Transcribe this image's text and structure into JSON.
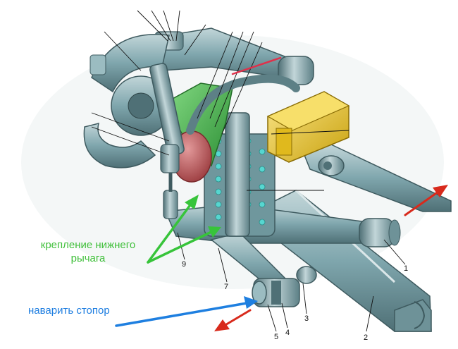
{
  "annotations": {
    "lower_arm_mount_line1": "крепление нижнего",
    "lower_arm_mount_line2": "рычага",
    "weld_stop": "наварить стопор"
  },
  "part_numbers": [
    "1",
    "2",
    "3",
    "4",
    "5",
    "7",
    "9"
  ],
  "colors": {
    "metal": "#7fa6ad",
    "metal_dark": "#4f7076",
    "metal_light": "#c2d6d9",
    "spring_highlight": "#56d6d0",
    "bracket_green": "#43b049",
    "bumper_red": "#c15c5e",
    "frame_yellow": "#e9c82c",
    "arrow_green": "#37c43a",
    "arrow_blue": "#1e7fe0",
    "arrow_red": "#d82a1c",
    "label_green": "#3fbf3a",
    "label_blue": "#1d7de0"
  }
}
